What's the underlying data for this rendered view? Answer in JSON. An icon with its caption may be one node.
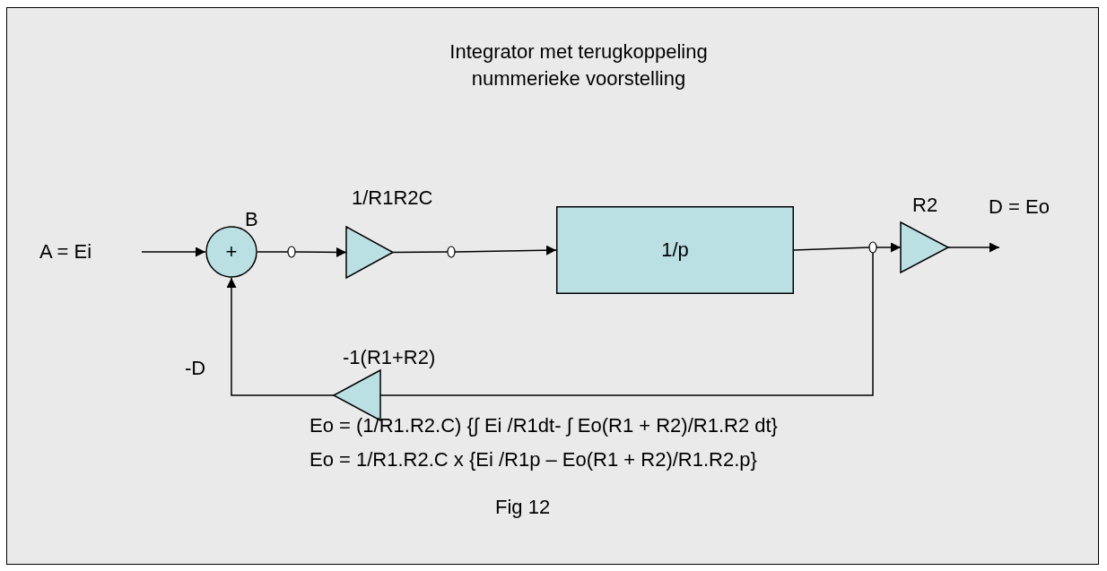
{
  "diagram": {
    "title": "Integrator met terugkoppeling nummerieke voorstelling",
    "caption": "Fig 12",
    "nodes": [
      {
        "text": [
          "A = Ei"
        ]
      },
      {
        "text": [
          "+"
        ],
        "beside": [
          "B"
        ]
      },
      {
        "text": [],
        "shape": "circle"
      },
      {
        "text": [],
        "shape": "triangle",
        "beside": [
          "1/R1R2C"
        ]
      },
      {
        "text": [],
        "shape": "circle"
      },
      {
        "text": [
          "1/p"
        ]
      },
      {
        "text": [],
        "shape": "circle"
      },
      {
        "text": [],
        "shape": "triangle",
        "beside": [
          "R2"
        ]
      },
      {
        "text": [],
        "shape": "triangle",
        "beside": [
          "-1(R1+R2)"
        ]
      }
    ],
    "edges": [
      {
        "from": 0,
        "to": 1,
        "arrow": "to"
      },
      {
        "from": 1,
        "to": 2,
        "arrow": "none"
      },
      {
        "from": 2,
        "to": 3,
        "arrow": "to"
      },
      {
        "from": 3,
        "to": 4,
        "arrow": "none"
      },
      {
        "from": 4,
        "to": 5,
        "arrow": "to"
      },
      {
        "from": 5,
        "to": 6,
        "arrow": "none"
      },
      {
        "from": 6,
        "to": 7,
        "arrow": "to"
      },
      {
        "from": 7,
        "to": null,
        "arrow": "to"
      },
      {
        "from": 6,
        "to": 8,
        "arrow": "none"
      },
      {
        "from": 8,
        "to": 1,
        "arrow": "to"
      }
    ],
    "labels": [
      "D = Eo",
      "-D",
      "Eo = (1/R1.R2.C) {∫ Ei /R1dt- ∫ Eo(R1 + R2)/R1.R2 dt}",
      "Eo = 1/R1.R2.C x {Ei /R1p – Eo(R1 + R2)/R1.R2.p}"
    ]
  }
}
